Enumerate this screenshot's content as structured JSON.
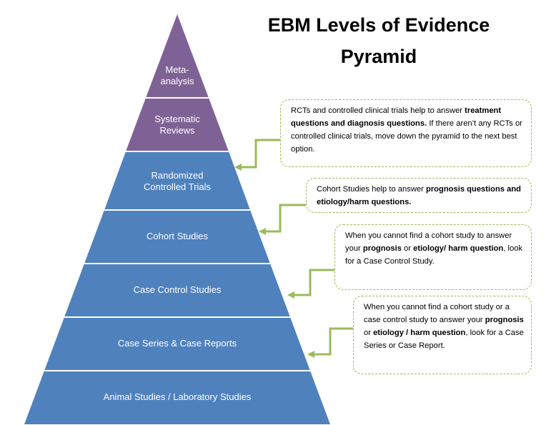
{
  "title": {
    "line1": "EBM Levels of Evidence",
    "line2": "Pyramid"
  },
  "colors": {
    "purple": "#7f6295",
    "blue": "#4f81bd",
    "separator": "#ffffff",
    "connector": "#9bbb59",
    "note_border": "#9bbb59"
  },
  "levels": [
    {
      "line1": "Meta-",
      "line2": "analysis"
    },
    {
      "line1": "Systematic",
      "line2": "Reviews"
    },
    {
      "line1": "Randomized",
      "line2": "Controlled Trials"
    },
    {
      "line1": "Cohort Studies"
    },
    {
      "line1": "Case Control Studies"
    },
    {
      "line1": "Case Series & Case Reports"
    },
    {
      "line1": "Animal Studies / Laboratory Studies"
    }
  ],
  "notes": {
    "rct": {
      "t1": "RCTs and controlled clinical trials help to answer ",
      "b1": "treatment questions and diagnosis questions.",
      "t2": " If there aren’t any RCTs or controlled clinical trials, move down the pyramid to the next best option."
    },
    "cohort": {
      "t1": "Cohort Studies help to answer ",
      "b1": "prognosis questions and etiology/harm questions."
    },
    "case_control": {
      "t1": "When you cannot find a cohort study to answer your ",
      "b1": "prognosis",
      "t2": " or ",
      "b2": "etiology/ harm question",
      "t3": ", look for a Case Control Study."
    },
    "case_series": {
      "t1": "When you cannot find a cohort study or a case control study to answer your ",
      "b1": "prognosis",
      "t2": " or ",
      "b2": "etiology / harm question",
      "t3": ", look for a Case Series or Case Report."
    }
  }
}
